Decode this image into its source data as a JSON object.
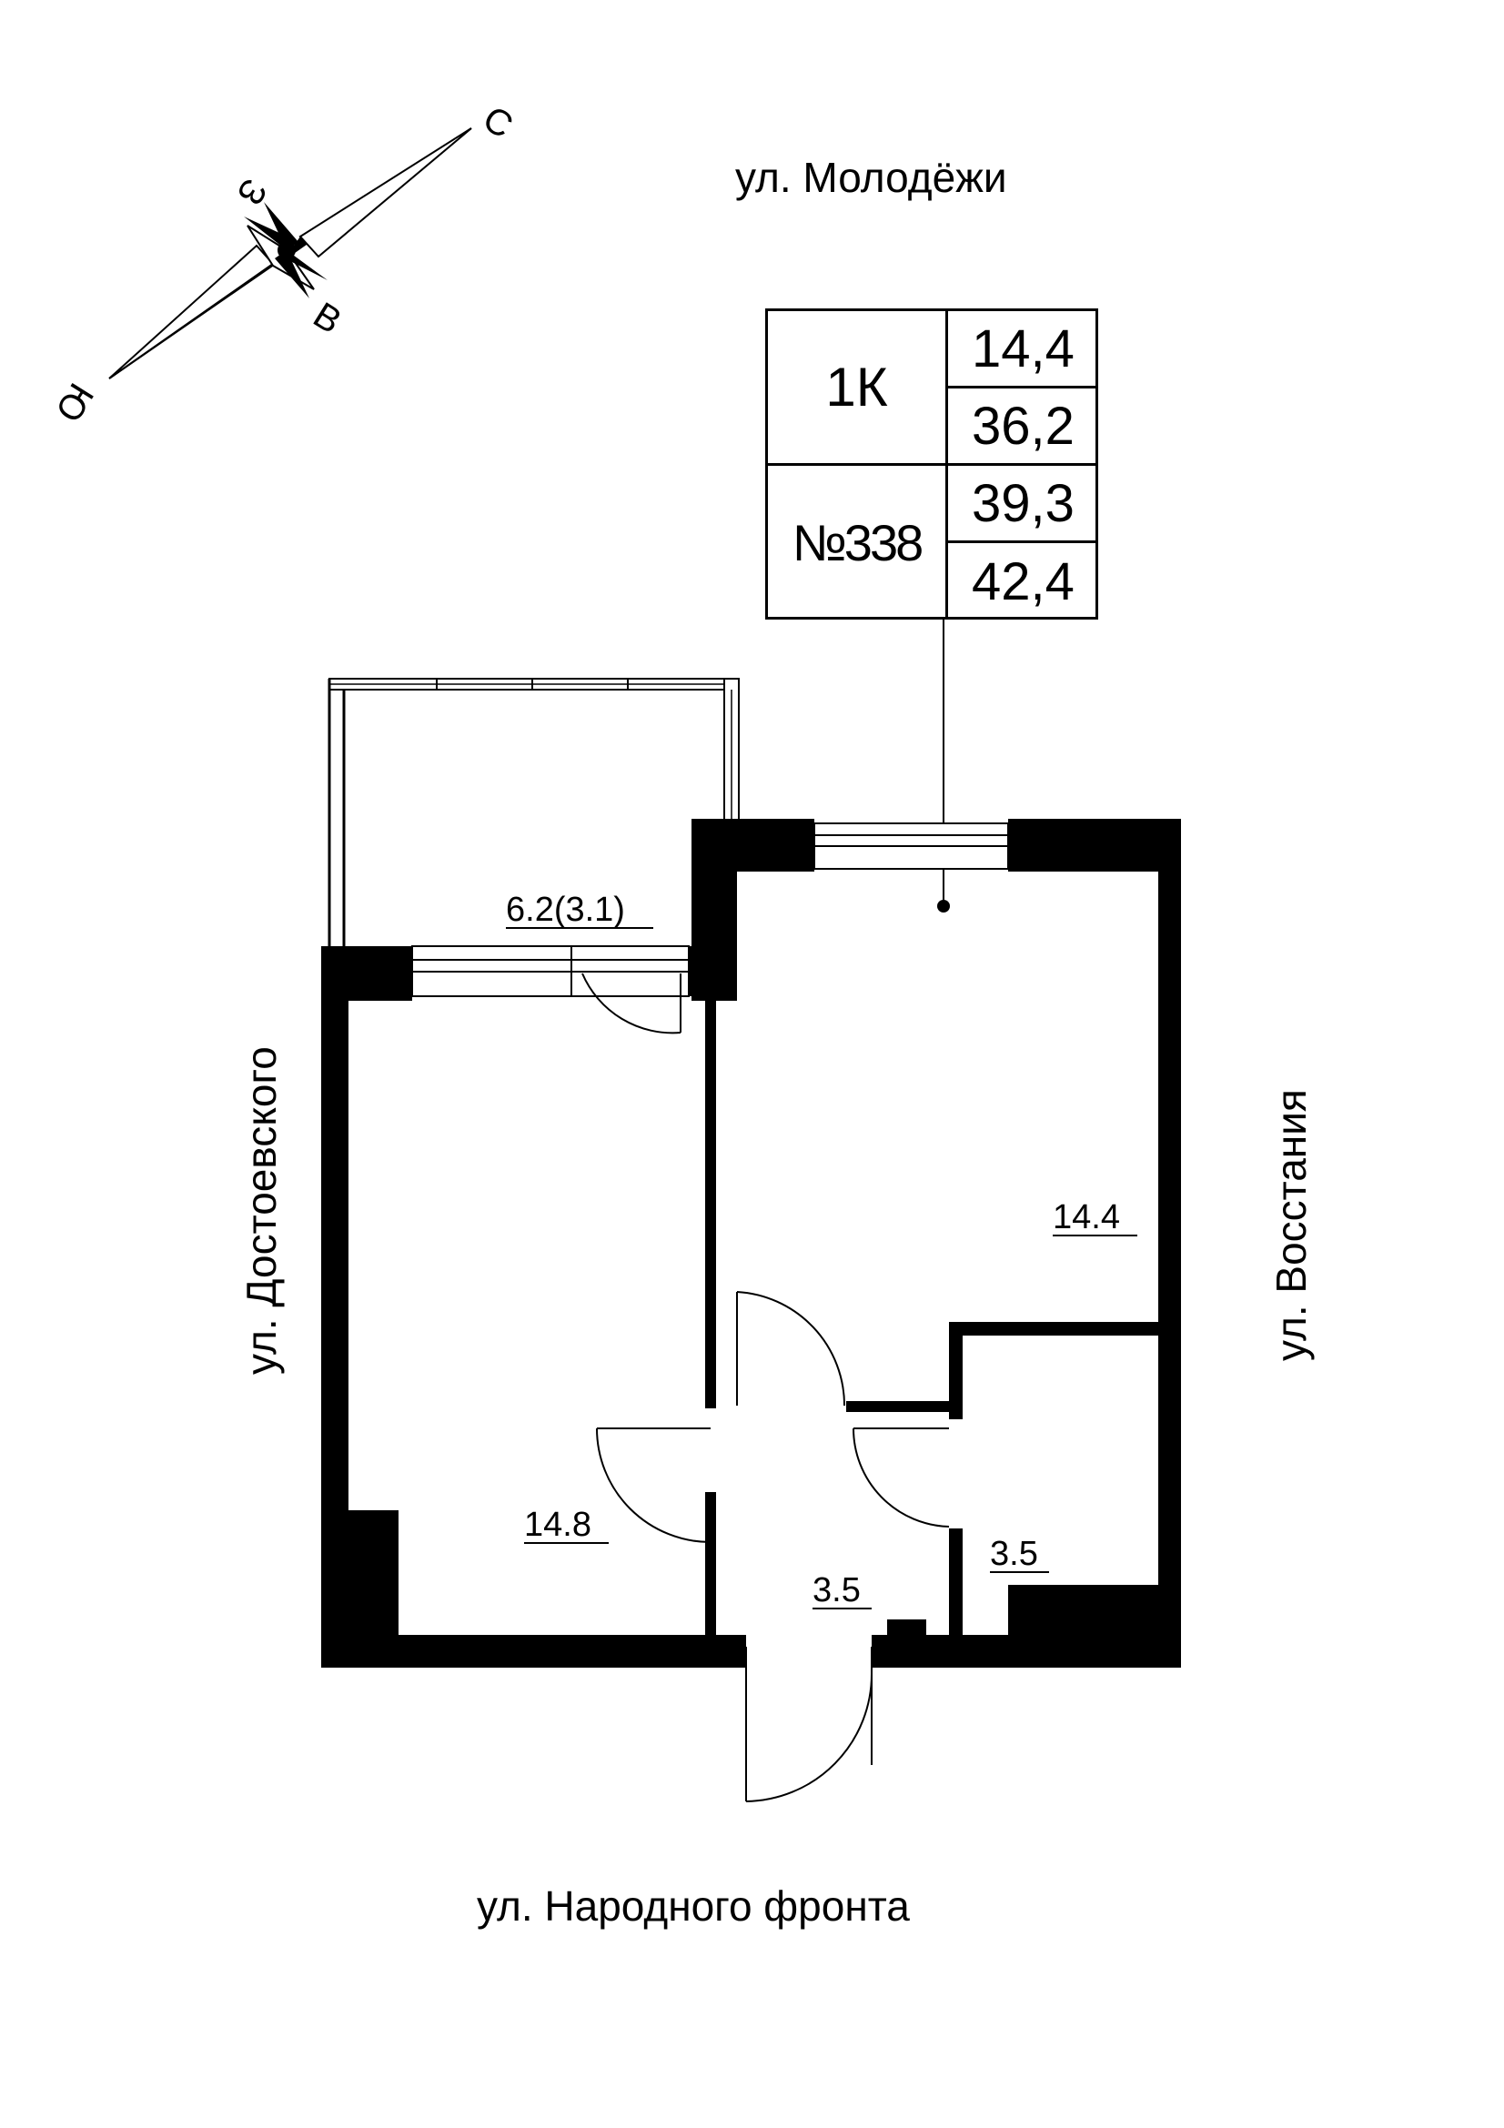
{
  "streets": {
    "top": "ул. Молодёжи",
    "bottom": "ул. Народного фронта",
    "left": "ул. Достоевского",
    "right": "ул. Восстания"
  },
  "compass": {
    "north": "С",
    "south": "Ю",
    "east": "В",
    "west": "З"
  },
  "apartment": {
    "type": "1К",
    "number": "№338",
    "areas": [
      "14,4",
      "36,2",
      "39,3",
      "42,4"
    ]
  },
  "rooms": {
    "balcony": "6.2(3.1)",
    "living_room": "14.4",
    "bedroom": "14.8",
    "hallway": "3.5",
    "bathroom": "3.5"
  }
}
